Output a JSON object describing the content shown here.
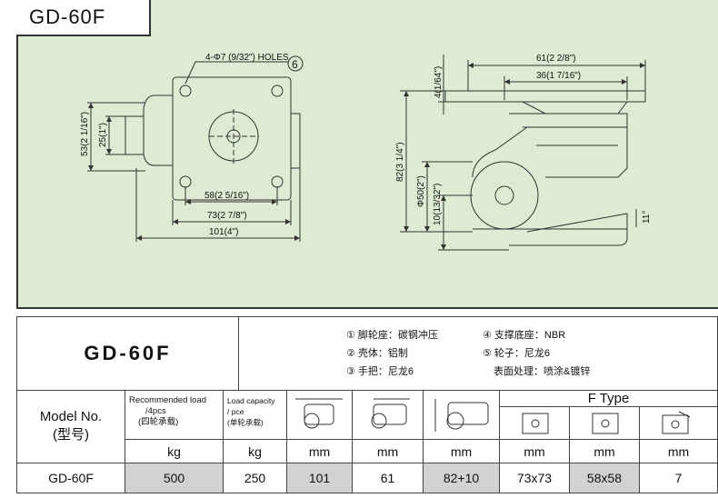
{
  "title": "GD-60F",
  "drawing": {
    "holes_label": "4-Φ7 (9/32\")  HOLES",
    "holes_num": "6",
    "dim_53": "53(2 1/16\")",
    "dim_25": "25(1\")",
    "dim_58": "58(2 5/16\")",
    "dim_73": "73(2 7/8\")",
    "dim_101": "101(4\")",
    "dim_61": "61(2 2/8\")",
    "dim_36": "36(1 7/16\")",
    "dim_4": "4(1/64\")",
    "dim_82": "82(3 1/4\")",
    "dim_50": "Φ50(2\")",
    "dim_10": "10(13/32\")",
    "dim_11": "11°"
  },
  "table": {
    "model_title": "GD-60F",
    "parts": [
      "① 脚轮座：碳钢冲压",
      "② 壳体：铝制",
      "③ 手把：尼龙6",
      "④ 支撑底座：NBR",
      "⑤ 轮子：尼龙6",
      "表面处理：喷涂&镀锌"
    ],
    "model_no": "Model No.",
    "model_no_cn": "(型号)",
    "rec_load": "Recommended load",
    "rec_load_2": "/4pcs",
    "rec_load_cn": "(四轮承载)",
    "load_cap": "Load capacity",
    "load_cap_2": "/ pce",
    "load_cap_cn": "(单轮承载)",
    "f_type": "F Type",
    "units": [
      "kg",
      "kg",
      "mm",
      "mm",
      "mm",
      "mm",
      "mm",
      "mm"
    ],
    "row": [
      "GD-60F",
      "500",
      "250",
      "101",
      "61",
      "82+10",
      "73x73",
      "58x58",
      "7"
    ]
  }
}
